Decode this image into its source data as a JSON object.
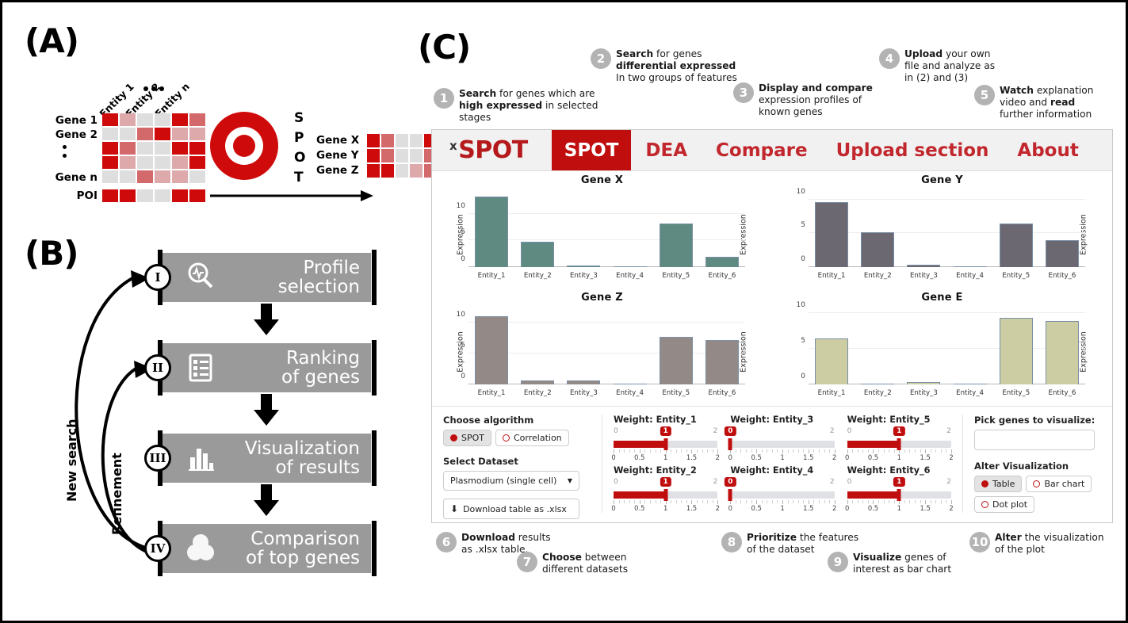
{
  "panels": {
    "a_label": "(A)",
    "b_label": "(B)",
    "c_label": "(C)"
  },
  "panel_a": {
    "column_headers": [
      "Entity 1",
      "Entity 2",
      "Entity n"
    ],
    "row_labels": [
      "Gene 1",
      "Gene 2",
      "Gene n"
    ],
    "poi_label": "POI",
    "spot_letters": [
      "S",
      "P",
      "O",
      "T"
    ],
    "result_genes": [
      "Gene X",
      "Gene Y",
      "Gene Z"
    ],
    "colors": {
      "red": "#cf0a0a",
      "mid_red": "#d4696b",
      "light_red": "#dda9ab",
      "pale": "#dedede"
    },
    "heatmap_left": [
      [
        "red",
        "light_red",
        "pale",
        "pale",
        "red",
        "mid_red"
      ],
      [
        "pale",
        "pale",
        "mid_red",
        "red",
        "light_red",
        "light_red"
      ],
      [
        "red",
        "mid_red",
        "pale",
        "pale",
        "red",
        "red"
      ],
      [
        "red",
        "light_red",
        "pale",
        "pale",
        "light_red",
        "red"
      ],
      [
        "pale",
        "pale",
        "mid_red",
        "light_red",
        "light_red",
        "pale"
      ]
    ],
    "heatmap_poi": [
      "red",
      "red",
      "pale",
      "pale",
      "red",
      "red"
    ],
    "heatmap_right": [
      [
        "red",
        "mid_red",
        "pale",
        "pale",
        "red",
        "red"
      ],
      [
        "red",
        "mid_red",
        "pale",
        "pale",
        "mid_red",
        "red"
      ],
      [
        "red",
        "red",
        "pale",
        "light_red",
        "mid_red",
        "red"
      ]
    ]
  },
  "panel_b": {
    "steps": [
      {
        "roman": "I",
        "line1": "Profile",
        "line2": "selection",
        "icon": "profile-search-icon"
      },
      {
        "roman": "II",
        "line1": "Ranking",
        "line2": "of genes",
        "icon": "list-ranking-icon"
      },
      {
        "roman": "III",
        "line1": "Visualization",
        "line2": "of results",
        "icon": "bar-chart-icon"
      },
      {
        "roman": "IV",
        "line1": "Comparison",
        "line2": "of top genes",
        "icon": "venn-diagram-icon"
      }
    ],
    "loop_labels": {
      "outer": "New search",
      "inner": "Refinement"
    },
    "bar_color": "#9a9a9a"
  },
  "panel_c": {
    "annotations_top": [
      {
        "n": "1",
        "lines": [
          [
            [
              "Search",
              "b"
            ],
            [
              " for genes which are",
              ""
            ]
          ],
          [
            [
              "high expressed",
              "b"
            ],
            [
              " in selected",
              ""
            ]
          ],
          [
            [
              "stages",
              ""
            ]
          ]
        ]
      },
      {
        "n": "2",
        "lines": [
          [
            [
              "Search",
              "b"
            ],
            [
              " for genes",
              ""
            ]
          ],
          [
            [
              "differential expressed",
              "b"
            ]
          ],
          [
            [
              "In two groups of features",
              ""
            ]
          ]
        ]
      },
      {
        "n": "3",
        "lines": [
          [
            [
              "Display and compare",
              "b"
            ]
          ],
          [
            [
              "expression profiles of",
              ""
            ]
          ],
          [
            [
              "known genes",
              ""
            ]
          ]
        ]
      },
      {
        "n": "4",
        "lines": [
          [
            [
              "Upload",
              "b"
            ],
            [
              " your own",
              ""
            ]
          ],
          [
            [
              "file and analyze as",
              ""
            ]
          ],
          [
            [
              "in (2) and (3)",
              ""
            ]
          ]
        ]
      },
      {
        "n": "5",
        "lines": [
          [
            [
              "Watch",
              "b"
            ],
            [
              " explanation",
              ""
            ]
          ],
          [
            [
              "video and ",
              ""
            ],
            [
              "read",
              "b"
            ]
          ],
          [
            [
              "further information",
              ""
            ]
          ]
        ]
      }
    ],
    "annotations_bottom": [
      {
        "n": "6",
        "lines": [
          [
            [
              "Download",
              "b"
            ],
            [
              " results",
              ""
            ]
          ],
          [
            [
              "as .xlsx table.",
              ""
            ]
          ]
        ]
      },
      {
        "n": "7",
        "lines": [
          [
            [
              "Choose",
              "b"
            ],
            [
              " between",
              ""
            ]
          ],
          [
            [
              "different datasets",
              ""
            ]
          ]
        ]
      },
      {
        "n": "8",
        "lines": [
          [
            [
              "Prioritize",
              "b"
            ],
            [
              " the features",
              ""
            ]
          ],
          [
            [
              "of the dataset",
              ""
            ]
          ]
        ]
      },
      {
        "n": "9",
        "lines": [
          [
            [
              "Visualize",
              "b"
            ],
            [
              " genes of",
              ""
            ]
          ],
          [
            [
              "interest as bar chart",
              ""
            ]
          ]
        ]
      },
      {
        "n": "10",
        "lines": [
          [
            [
              "Alter",
              "b"
            ],
            [
              " the visualization",
              ""
            ]
          ],
          [
            [
              "of the plot",
              ""
            ]
          ]
        ]
      }
    ],
    "navbar": {
      "brand_sup": "x",
      "brand": "SPOT",
      "items": [
        {
          "label": "SPOT",
          "active": true
        },
        {
          "label": "DEA",
          "active": false
        },
        {
          "label": "Compare",
          "active": false
        },
        {
          "label": "Upload section",
          "active": false
        },
        {
          "label": "About",
          "active": false
        }
      ],
      "accent": "#c00d0d"
    },
    "controls": {
      "algorithm_label": "Choose algorithm",
      "algorithm_options": [
        {
          "label": "SPOT",
          "selected": true
        },
        {
          "label": "Correlation",
          "selected": false
        }
      ],
      "dataset_label": "Select Dataset",
      "dataset_value": "Plasmodium (single cell)",
      "download_label": "Download table as .xlsx",
      "download_icon": "download-icon",
      "pick_genes_label": "Pick genes to visualize:",
      "pick_genes_value": "",
      "alter_viz_label": "Alter Visualization",
      "alter_viz_options": [
        {
          "label": "Table",
          "selected": true
        },
        {
          "label": "Bar chart",
          "selected": false
        },
        {
          "label": "Dot plot",
          "selected": false
        }
      ],
      "sliders": [
        {
          "title": "Weight: Entity_1",
          "value": 1,
          "min": 0,
          "max": 2
        },
        {
          "title": "Weight: Entity_3",
          "value": 0,
          "min": 0,
          "max": 2
        },
        {
          "title": "Weight: Entity_5",
          "value": 1,
          "min": 0,
          "max": 2
        },
        {
          "title": "Weight: Entity_2",
          "value": 1,
          "min": 0,
          "max": 2
        },
        {
          "title": "Weight: Entity_4",
          "value": 0,
          "min": 0,
          "max": 2
        },
        {
          "title": "Weight: Entity_6",
          "value": 1,
          "min": 0,
          "max": 2
        }
      ],
      "slider_scale_labels": [
        "0",
        "0.5",
        "1",
        "1.5",
        "2"
      ]
    }
  },
  "chart_data": [
    {
      "type": "bar",
      "title": "Gene X",
      "categories": [
        "Entity_1",
        "Entity_2",
        "Entity_3",
        "Entity_4",
        "Entity_5",
        "Entity_6"
      ],
      "values": [
        13.3,
        4.8,
        0.35,
        0.15,
        8.2,
        2.0
      ],
      "xlabel": "",
      "ylabel": "Expression",
      "ylim": [
        0,
        14
      ],
      "yticks": [
        0,
        5,
        10
      ],
      "color": "#5e8a82",
      "grid": true,
      "legend": "none"
    },
    {
      "type": "bar",
      "title": "Gene Y",
      "categories": [
        "Entity_1",
        "Entity_2",
        "Entity_3",
        "Entity_4",
        "Entity_5",
        "Entity_6"
      ],
      "values": [
        9.6,
        5.1,
        0.35,
        0.08,
        6.4,
        4.0
      ],
      "xlabel": "",
      "ylabel": "Expression",
      "ylim": [
        0,
        11
      ],
      "yticks": [
        0,
        5,
        10
      ],
      "color": "#6b6872",
      "grid": true,
      "legend": "none"
    },
    {
      "type": "bar",
      "title": "Gene Z",
      "categories": [
        "Entity_1",
        "Entity_2",
        "Entity_3",
        "Entity_4",
        "Entity_5",
        "Entity_6"
      ],
      "values": [
        11.0,
        0.6,
        0.7,
        0.03,
        7.7,
        7.1
      ],
      "xlabel": "",
      "ylabel": "Expression",
      "ylim": [
        0,
        12
      ],
      "yticks": [
        0,
        5,
        10
      ],
      "color": "#938a87",
      "grid": true,
      "legend": "none"
    },
    {
      "type": "bar",
      "title": "Gene E",
      "categories": [
        "Entity_1",
        "Entity_2",
        "Entity_3",
        "Entity_4",
        "Entity_5",
        "Entity_6"
      ],
      "values": [
        6.5,
        0.15,
        0.3,
        0.03,
        9.4,
        8.9
      ],
      "xlabel": "",
      "ylabel": "Expression",
      "ylim": [
        0,
        10.5
      ],
      "yticks": [
        0,
        5,
        10
      ],
      "color": "#cdcda4",
      "grid": true,
      "legend": "none"
    }
  ]
}
